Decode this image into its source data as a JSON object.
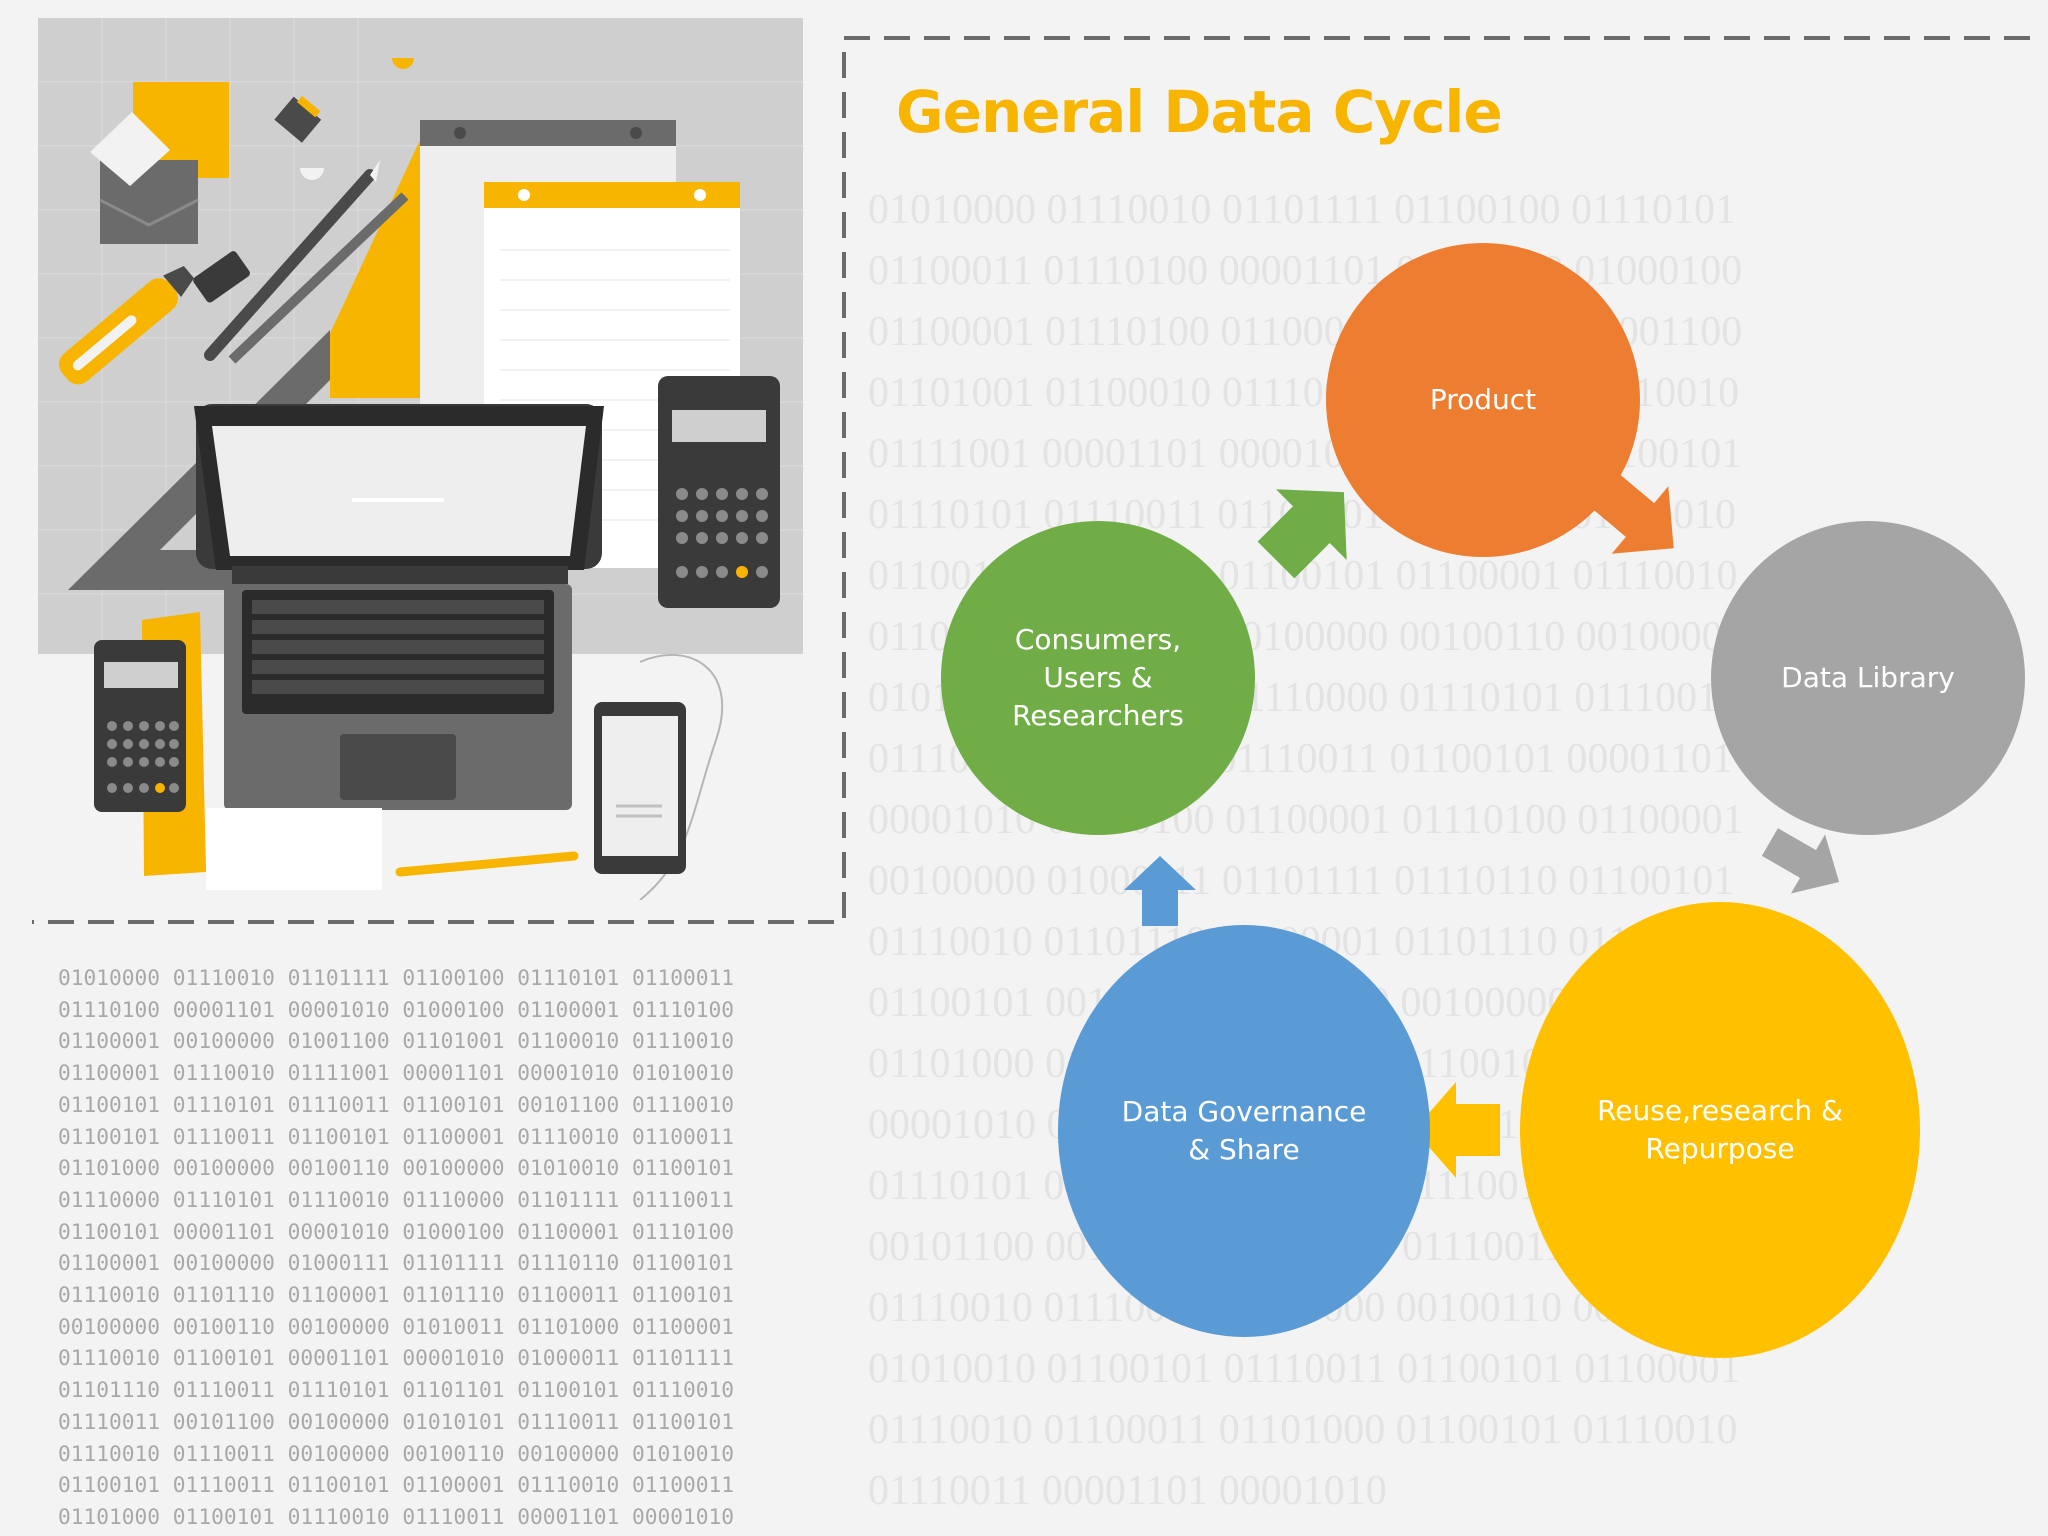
{
  "title": "General Data Cycle",
  "nodes": {
    "product": {
      "label": "Product",
      "color": "#ed7d31"
    },
    "data_library": {
      "label": "Data Library",
      "color": "#a5a5a5"
    },
    "reuse": {
      "line1": "Reuse,research &",
      "line2": "Repurpose",
      "color": "#ffc000"
    },
    "governance": {
      "line1": "Data Governance",
      "line2": "& Share",
      "color": "#5b9bd5"
    },
    "consumers": {
      "line1": "Consumers,",
      "line2": "Users &",
      "line3": "Researchers",
      "color": "#70ad47"
    }
  },
  "binary_left": [
    "01010000 01110010 01101111 01100100 01110101 01100011",
    "01110100 00001101 00001010 01000100 01100001 01110100",
    "01100001 00100000 01001100 01101001 01100010 01110010",
    "01100001 01110010 01111001 00001101 00001010 01010010",
    "01100101 01110101 01110011 01100101 00101100 01110010",
    "01100101 01110011 01100101 01100001 01110010 01100011",
    "01101000 00100000 00100110 00100000 01010010 01100101",
    "01110000 01110101 01110010 01110000 01101111 01110011",
    "01100101 00001101 00001010 01000100 01100001 01110100",
    "01100001 00100000 01000111 01101111 01110110 01100101",
    "01110010 01101110 01100001 01101110 01100011 01100101",
    "00100000 00100110 00100000 01010011 01101000 01100001",
    "01110010 01100101 00001101 00001010 01000011 01101111",
    "01101110 01110011 01110101 01101101 01100101 01110010",
    "01110011 00101100 00100000 01010101 01110011 01100101",
    "01110010 01110011 00100000 00100110 00100000 01010010",
    "01100101 01110011 01100101 01100001 01110010 01100011",
    "01101000 01100101 01110010 01110011 00001101 00001010"
  ],
  "binary_right": [
    "01010000 01110010 01101111 01100100 01110101",
    "01100011 01110100 00001101 00001010 01000100",
    "01100001 01110100 01100001 00100000 01001100",
    "01101001 01100010 01110010 01100001 01110010",
    "01111001 00001101 00001010 01010010 01100101",
    "01110101 01110011 01100101 00101100 01110010",
    "01100101 01110011 01100101 01100001 01110010",
    "01100011 01101000 00100000 00100110 00100000",
    "01010010 01100101 01110000 01110101 01110010",
    "01110000 01101111 01110011 01100101 00001101",
    "00001010 01000100 01100001 01110100 01100001",
    "00100000 01000111 01101111 01110110 01100101",
    "01110010 01101110 01100001 01101110 01100011",
    "01100101 00100000 00100110 00100000 01010011",
    "01101000 01100001 01110010 01100101 00001101",
    "00001010 01000011 01101111 01101110 01110011",
    "01110101 01101101 01100101 01110010 01110011",
    "00101100 00100000 01010101 01110011 01100101",
    "01110010 01110011 00100000 00100110 00100000",
    "01010010 01100101 01110011 01100101 01100001",
    "01110010 01100011 01101000 01100101 01110010",
    "01110011 00001101 00001010"
  ],
  "colors": {
    "accent_yellow": "#f7b500",
    "frame_gray": "#cfcfcf",
    "dash": "#6b6b6b",
    "device_dark": "#4a4a4a"
  },
  "icons": [
    "envelope-icon",
    "sticky-note-icon",
    "highlighter-icon",
    "pencil-icon",
    "sharpener-icon",
    "ruler-icon",
    "notepad-icon",
    "laptop-icon",
    "calculator-icon",
    "smartphone-icon",
    "eraser-icon"
  ]
}
